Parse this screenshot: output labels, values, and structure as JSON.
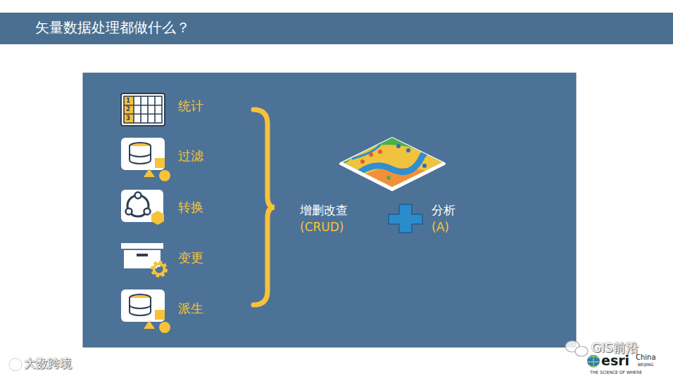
{
  "diagram": {
    "title": "矢量数据处理都做什么？",
    "labels": [
      "1",
      "2",
      "3",
      "统计",
      "过滤",
      "转换",
      "变更",
      "派生",
      "增删改查",
      "(CRUD)",
      "分析",
      "(A)",
      "GIS前沿",
      "大数跨境",
      "esri",
      "China",
      "BEIJING",
      "THE SCIENCE OF WHERE"
    ]
  }
}
